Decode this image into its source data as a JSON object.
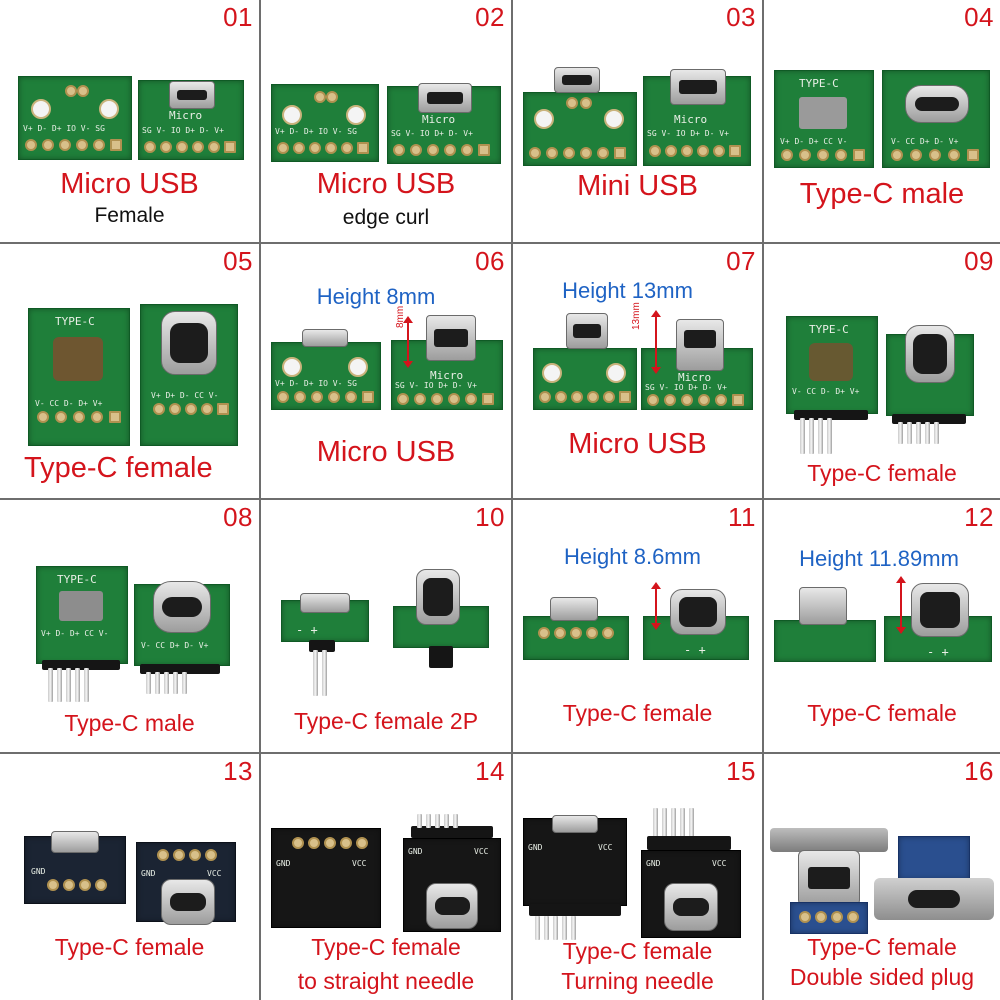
{
  "colors": {
    "label_red": "#d4141c",
    "height_blue": "#1f63c4",
    "pcb_green": "#1f7f3a",
    "pcb_dark": "#1b2433"
  },
  "cells": [
    {
      "num": "01",
      "label": "Micro USB",
      "sub": "Female"
    },
    {
      "num": "02",
      "label": "Micro USB",
      "sub": "edge curl"
    },
    {
      "num": "03",
      "label": "Mini USB"
    },
    {
      "num": "04",
      "label": "Type-C male"
    },
    {
      "num": "05",
      "label": "Type-C female"
    },
    {
      "num": "06",
      "label": "Micro USB",
      "height": "Height 8mm",
      "dim": "8mm"
    },
    {
      "num": "07",
      "label": "Micro USB",
      "height": "Height 13mm",
      "dim": "13mm"
    },
    {
      "num": "09",
      "label": "Type-C female"
    },
    {
      "num": "08",
      "label": "Type-C male"
    },
    {
      "num": "10",
      "label": "Type-C female 2P"
    },
    {
      "num": "11",
      "label": "Type-C female",
      "height": "Height 8.6mm"
    },
    {
      "num": "12",
      "label": "Type-C female",
      "height": "Height 11.89mm"
    },
    {
      "num": "13",
      "label": "Type-C female"
    },
    {
      "num": "14",
      "label": "Type-C female",
      "sub": "to straight needle"
    },
    {
      "num": "15",
      "label": "Type-C female",
      "sub": "Turning needle"
    },
    {
      "num": "16",
      "label": "Type-C female",
      "sub": "Double sided plug"
    }
  ],
  "silk": {
    "micro": "Micro",
    "typec": "TYPE-C",
    "pins_micro_back": "V+  D-  D+  IO  V-  SG",
    "pins_micro_front": "SG  V-  IO  D+  D-  V+",
    "pins_c4_back": "V+ D- D+ CC V-",
    "pins_c4_front": "V- CC D+ D- V+",
    "pins_c5": "V- CC D- D+ V+",
    "pins_c5_front": "V+ D+ D- CC V-",
    "pins_6": "V+  D-  D+  IO  V-  SG",
    "gnd": "GND",
    "vcc": "VCC",
    "plusminus": "- +"
  }
}
